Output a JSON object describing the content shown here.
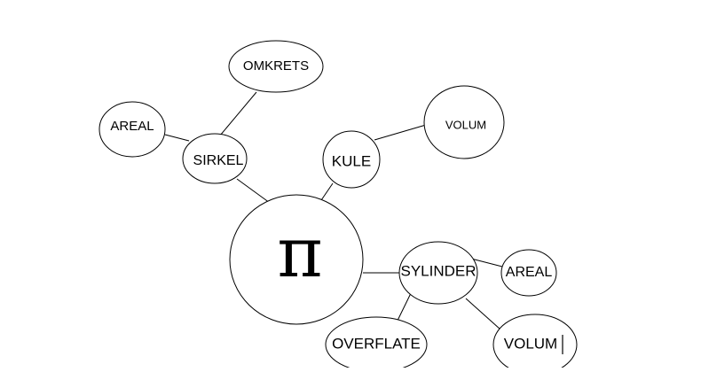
{
  "diagram": {
    "center": {
      "label": "π"
    },
    "nodes": {
      "sirkel": "SIRKEL",
      "omkrets": "OMKRETS",
      "areal_left": "AREAL",
      "kule": "KULE",
      "volum_top": "VOLUM",
      "sylinder": "SYLINDER",
      "areal_right": "AREAL",
      "overflate": "OVERFLATE",
      "volum_bottom": "VOLUM"
    }
  },
  "colors": {
    "stroke": "#000000",
    "background": "#ffffff"
  }
}
